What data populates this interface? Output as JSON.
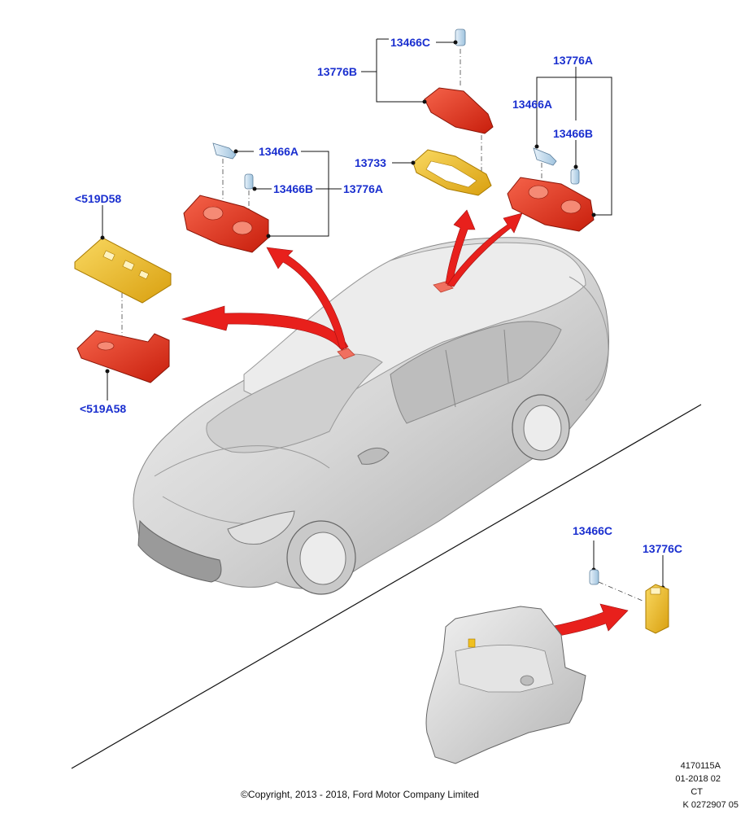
{
  "labels": {
    "l_13466C_top": "13466C",
    "l_13776B": "13776B",
    "l_13776A_right": "13776A",
    "l_13466A_right": "13466A",
    "l_13466B_right": "13466B",
    "l_13733": "13733",
    "l_13466A_left": "13466A",
    "l_13466B_left": "13466B",
    "l_13776A_left": "13776A",
    "l_519D58": "<519D58",
    "l_519A58": "<519A58",
    "l_13466C_bottom": "13466C",
    "l_13776C": "13776C"
  },
  "reference": {
    "line1": "4170115A",
    "line2": "01-2018 02",
    "line3": "CT",
    "line4": "K 0272907 05"
  },
  "copyright": "©Copyright, 2013 - 2018, Ford Motor Company Limited",
  "colors": {
    "label_blue": "#1a2fcf",
    "part_red": "#e2341c",
    "part_yellow": "#f0c020",
    "arrow_red": "#e8201c",
    "car_grey": "#d9d9d9"
  }
}
